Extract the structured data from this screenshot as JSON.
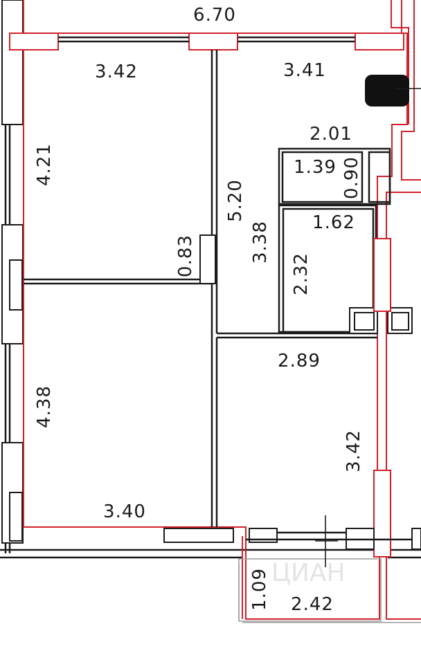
{
  "plan": {
    "dimensions": {
      "top_width": "6.70",
      "room_top_left_width": "3.42",
      "room_top_left_height": "4.21",
      "room_top_right_width": "3.41",
      "corridor_length": "5.20",
      "corridor_door": "0.83",
      "corridor_width": "3.38",
      "bath_width": "2.01",
      "closet_width": "1.39",
      "closet_depth": "0.90",
      "bathroom_width": "1.62",
      "bathroom_length": "2.32",
      "room_bottom_left_height": "4.38",
      "room_bottom_left_width": "3.40",
      "kitchen_width": "2.89",
      "kitchen_length": "3.42",
      "balcony_depth": "1.09",
      "balcony_width": "2.42"
    },
    "watermark": "ЦИАН",
    "colors": {
      "wall": "#1a1a1a",
      "outline": "#d0202a",
      "background": "#ffffff"
    }
  }
}
